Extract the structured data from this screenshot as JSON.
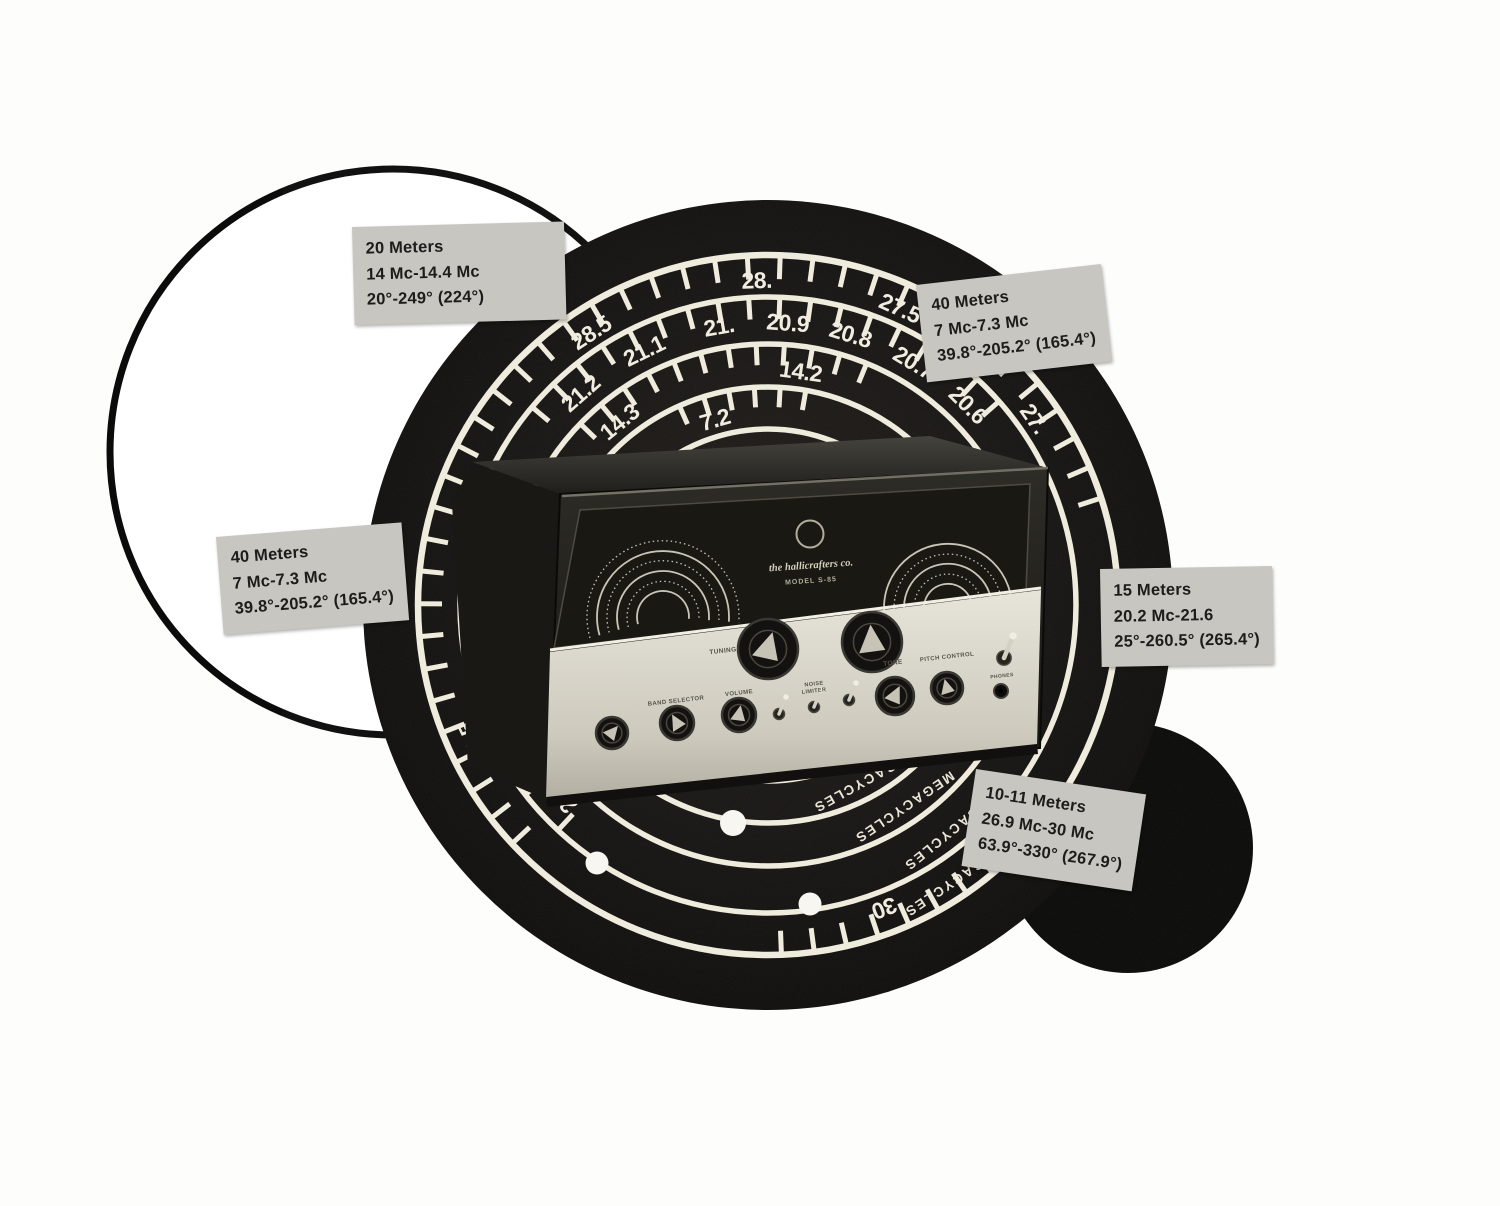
{
  "colors": {
    "paper": "#fdfdfc",
    "disc": "#151310",
    "ring": "#efebdd",
    "label_bg": "#c7c6c1",
    "label_text": "#1c1c1a",
    "solid_circle": "#0a0a09"
  },
  "dial": {
    "unit_label": "MEGACYCLES",
    "rings": [
      {
        "radius": 350,
        "mega_angle": 146,
        "ticks": [
          {
            "from": -133,
            "to": 74,
            "step": 5.4,
            "len": 22
          },
          {
            "from": 140,
            "to": 178,
            "step": 5.4,
            "len": 22
          }
        ],
        "labels": [
          {
            "text": "29.5",
            "angle": -115
          },
          {
            "text": "28.5",
            "angle": -33
          },
          {
            "text": "28.",
            "angle": -2
          },
          {
            "text": "27.5",
            "angle": 24
          },
          {
            "text": "27.",
            "angle": 55
          },
          {
            "text": "30",
            "angle": 159
          }
        ]
      },
      {
        "radius": 308,
        "mega_angle": 141,
        "ticks": [
          {
            "from": -50,
            "to": 52,
            "step": 5.8,
            "len": 20
          },
          {
            "from": -137,
            "to": -127,
            "step": 9,
            "len": 20
          }
        ],
        "labels": [
          {
            "text": "21.6",
            "angle": -132
          },
          {
            "text": "21.2",
            "angle": -41.5
          },
          {
            "text": "21.1",
            "angle": -26
          },
          {
            "text": "21.",
            "angle": -10
          },
          {
            "text": "20.9",
            "angle": 4
          },
          {
            "text": "20.8",
            "angle": 17
          },
          {
            "text": "20.7",
            "angle": 31
          },
          {
            "text": "20.6",
            "angle": 45
          }
        ]
      },
      {
        "radius": 261,
        "mega_angle": 146,
        "ticks": [
          {
            "from": -46,
            "to": 26,
            "step": 6.2,
            "len": 19
          }
        ],
        "labels": [
          {
            "text": "14.3",
            "angle": -39
          },
          {
            "text": "14.2",
            "angle": 8
          }
        ]
      },
      {
        "radius": 218,
        "mega_angle": 151,
        "ticks": [
          {
            "from": -24,
            "to": 12,
            "step": 6.8,
            "len": 18
          }
        ],
        "labels": [
          {
            "text": "7.2",
            "angle": -16
          }
        ]
      },
      {
        "radius": 176,
        "mega_angle": 143,
        "ticks": [],
        "labels": []
      },
      {
        "radius": 133,
        "ticks": [],
        "labels": []
      }
    ]
  },
  "radio": {
    "brand": "the hallicrafters co.",
    "model": "MODEL S-85",
    "panel_labels": {
      "tuning": "TUNING",
      "band_selector": "BAND SELECTOR",
      "volume": "VOLUME",
      "noise_1": "NOISE",
      "noise_2": "LIMITER",
      "tone": "TONE",
      "pitch_control": "PITCH CONTROL",
      "phones": "PHONES"
    }
  },
  "callouts": [
    {
      "id": "20m",
      "lines": [
        "20 Meters",
        "14 Mc-14.4 Mc",
        "20°-249° (224°)"
      ]
    },
    {
      "id": "40m-top",
      "lines": [
        "40 Meters",
        "7 Mc-7.3 Mc",
        "39.8°-205.2° (165.4°)"
      ]
    },
    {
      "id": "40m-left",
      "lines": [
        "40 Meters",
        "7 Mc-7.3 Mc",
        "39.8°-205.2° (165.4°)"
      ]
    },
    {
      "id": "15m",
      "lines": [
        "15 Meters",
        "20.2 Mc-21.6",
        "25°-260.5° (265.4°)"
      ]
    },
    {
      "id": "10-11m",
      "lines": [
        "10-11 Meters",
        "26.9 Mc-30 Mc",
        "63.9°-330° (267.9°)"
      ]
    }
  ]
}
